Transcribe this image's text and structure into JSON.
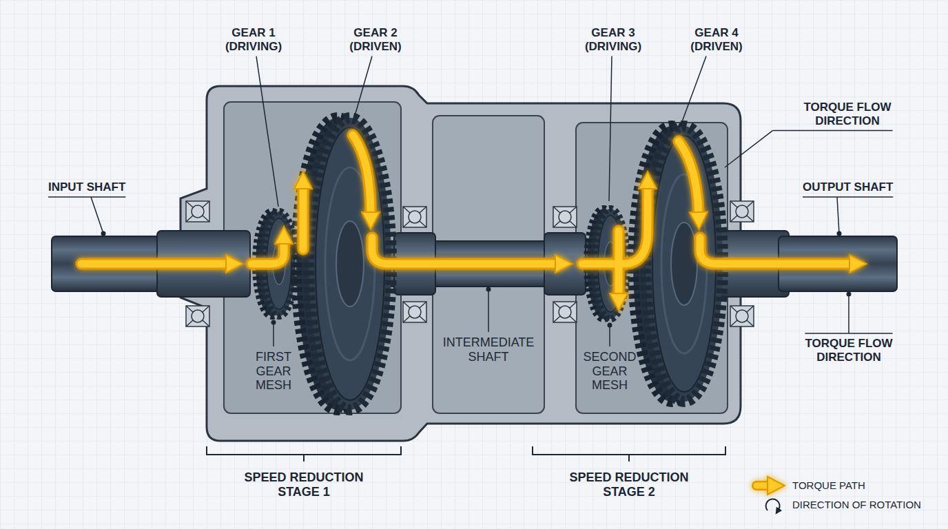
{
  "diagram": {
    "labels": [
      "GEAR 1 (DRIVING)",
      "GEAR 2 (DRIVEN)",
      "GEAR 3 (DRIVING)",
      "GEAR 4 (DRIVEN)",
      "TORQUE FLOW DIRECTION",
      "INPUT SHAFT",
      "OUTPUT SHAFT",
      "FIRST GEAR MESH",
      "INTERMEDIATE SHAFT",
      "SECOND GEAR MESH",
      "TORQUE FLOW DIRECTION",
      "SPEED REDUCTION STAGE 1",
      "SPEED REDUCTION STAGE 2"
    ],
    "legend": [
      {
        "text": "TORQUE PATH"
      },
      {
        "text": "DIRECTION OF ROTATION"
      }
    ]
  }
}
